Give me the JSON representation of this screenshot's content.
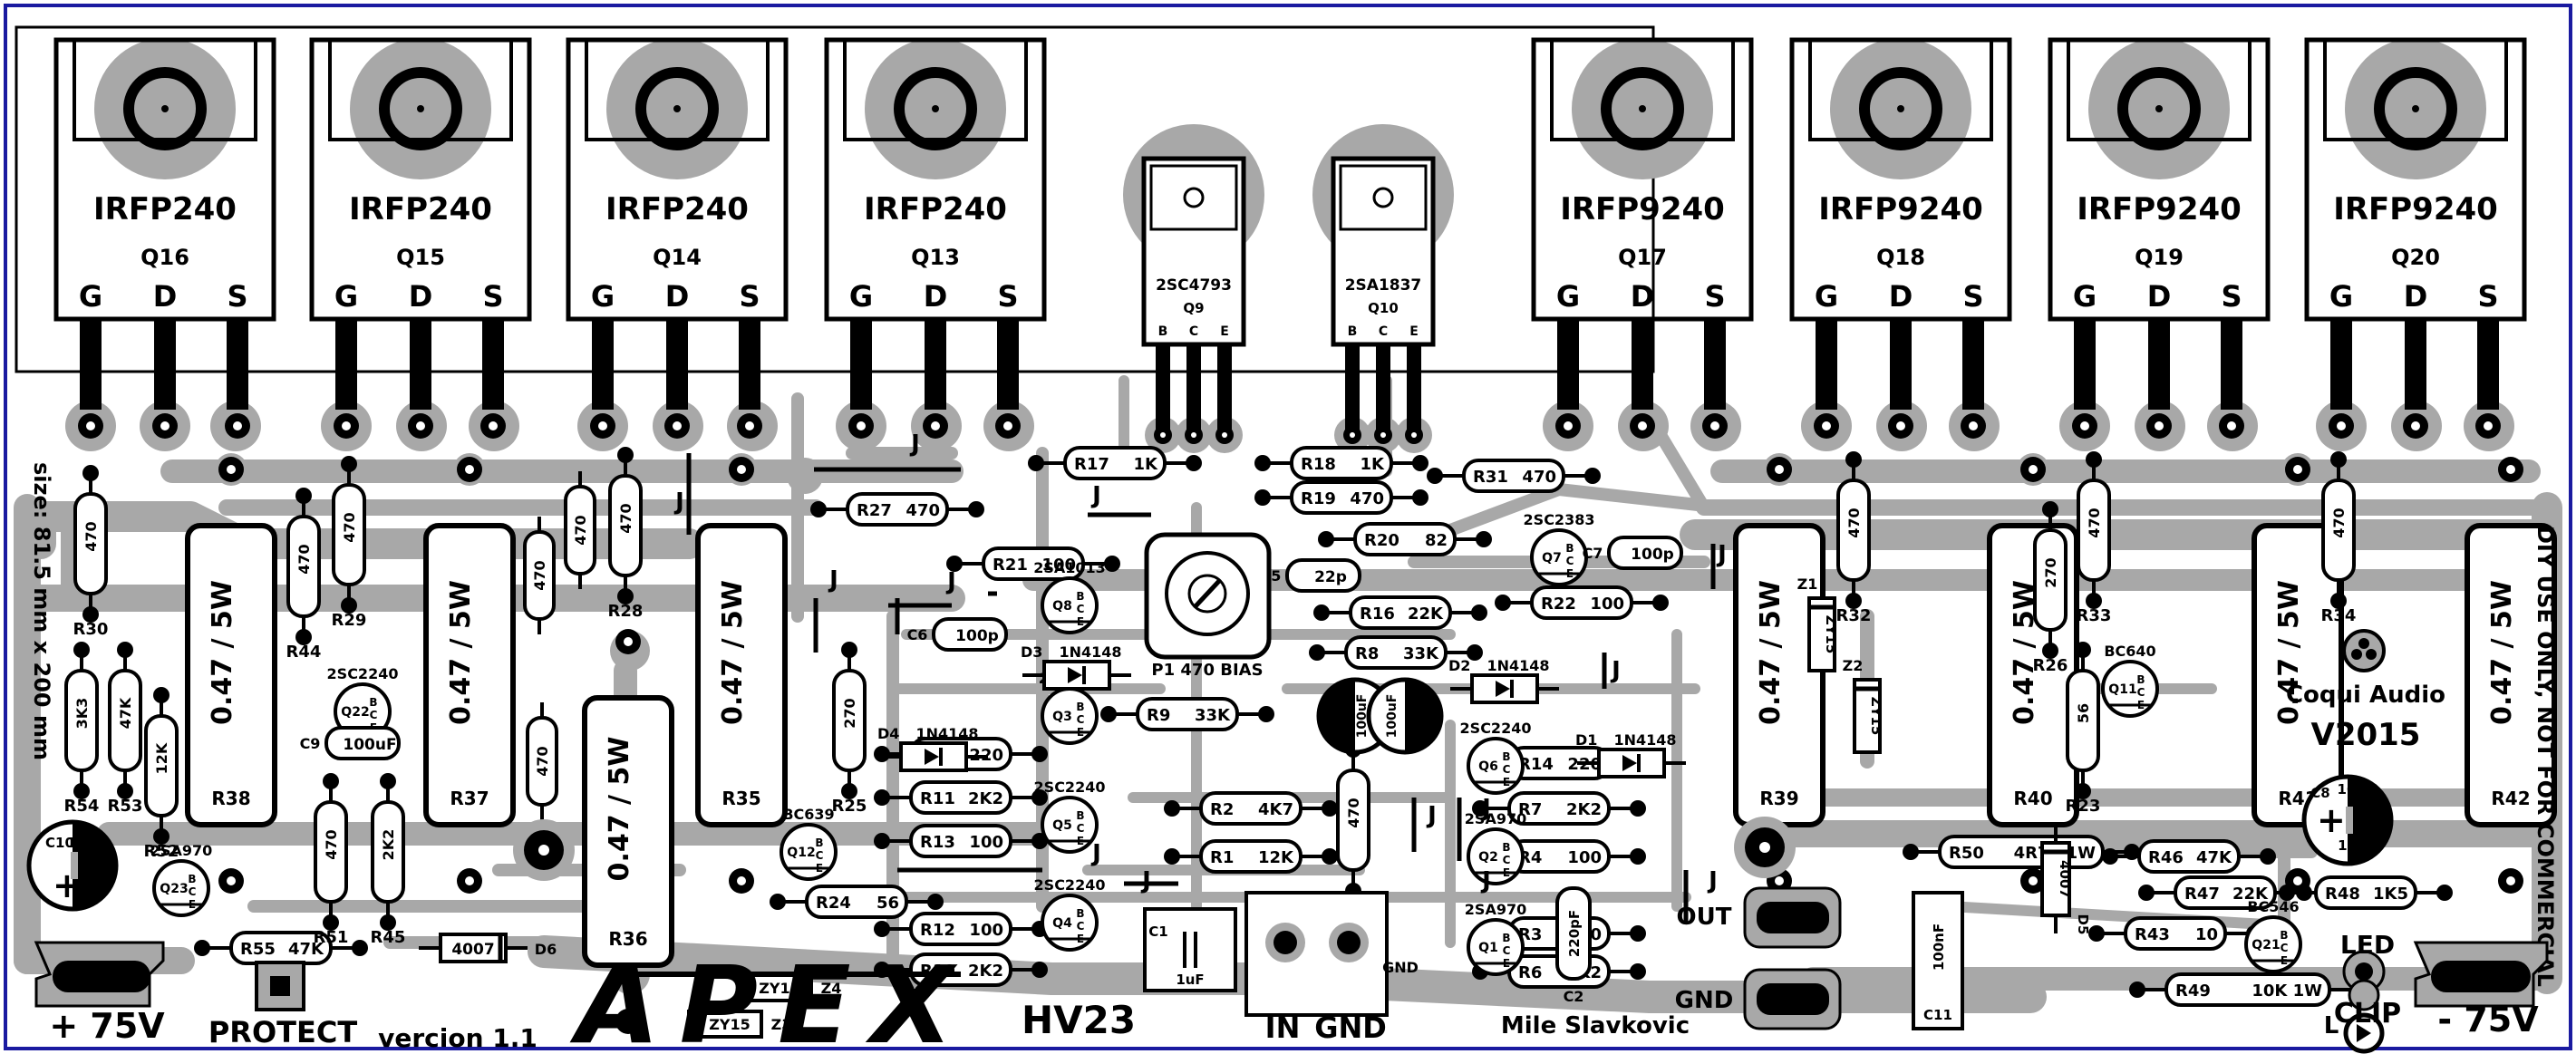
{
  "colors": {
    "board_border": "#1a1aa0",
    "copper": "#a8a8a8",
    "silkscreen": "#000000",
    "background": "#ffffff"
  },
  "board": {
    "brand": "Coqui Audio",
    "version": "V2015",
    "size_note": "size: 81.5 mm x 200 mm",
    "diy_note": "DIY USE ONLY, NOT FOR COMMERCIAL",
    "title_logo": "APEX",
    "model": "HV23",
    "revision": "vercion 1.1",
    "author": "Mile Slavkovic"
  },
  "transistors_output": [
    {
      "ref": "Q16",
      "part": "IRFP240"
    },
    {
      "ref": "Q15",
      "part": "IRFP240"
    },
    {
      "ref": "Q14",
      "part": "IRFP240"
    },
    {
      "ref": "Q13",
      "part": "IRFP240"
    },
    {
      "ref": "Q17",
      "part": "IRFP9240"
    },
    {
      "ref": "Q18",
      "part": "IRFP9240"
    },
    {
      "ref": "Q19",
      "part": "IRFP9240"
    },
    {
      "ref": "Q20",
      "part": "IRFP9240"
    }
  ],
  "pin_labels_gds": [
    "G",
    "D",
    "S"
  ],
  "pin_labels_bce": [
    "B",
    "C",
    "E"
  ],
  "transistors_driver": [
    {
      "ref": "Q9",
      "part": "2SC4793"
    },
    {
      "ref": "Q10",
      "part": "2SA1837"
    }
  ],
  "power_resistors": [
    {
      "ref": "R38",
      "value": "0.47 / 5W"
    },
    {
      "ref": "R37",
      "value": "0.47 / 5W"
    },
    {
      "ref": "R35",
      "value": "0.47 / 5W"
    },
    {
      "ref": "R36",
      "value": "0.47 / 5W"
    },
    {
      "ref": "R39",
      "value": "0.47 / 5W"
    },
    {
      "ref": "R40",
      "value": "0.47 / 5W"
    },
    {
      "ref": "R41",
      "value": "0.47 / 5W"
    },
    {
      "ref": "R42",
      "value": "0.47 / 5W"
    }
  ],
  "resistors_h": [
    {
      "ref": "R17",
      "value": "1K"
    },
    {
      "ref": "R18",
      "value": "1K"
    },
    {
      "ref": "R19",
      "value": "470"
    },
    {
      "ref": "R31",
      "value": "470"
    },
    {
      "ref": "R27",
      "value": "470"
    },
    {
      "ref": "R20",
      "value": "82"
    },
    {
      "ref": "R21",
      "value": "100"
    },
    {
      "ref": "R22",
      "value": "100"
    },
    {
      "ref": "R16",
      "value": "22K"
    },
    {
      "ref": "R8",
      "value": "33K"
    },
    {
      "ref": "R9",
      "value": "33K"
    },
    {
      "ref": "R5",
      "value": "220"
    },
    {
      "ref": "R11",
      "value": "2K2"
    },
    {
      "ref": "R13",
      "value": "100"
    },
    {
      "ref": "R12",
      "value": "100"
    },
    {
      "ref": "R10",
      "value": "2K2"
    },
    {
      "ref": "R2",
      "value": "4K7"
    },
    {
      "ref": "R1",
      "value": "12K"
    },
    {
      "ref": "R14",
      "value": "220"
    },
    {
      "ref": "R7",
      "value": "2K2"
    },
    {
      "ref": "R4",
      "value": "100"
    },
    {
      "ref": "R3",
      "value": "100"
    },
    {
      "ref": "R6",
      "value": "2K2"
    },
    {
      "ref": "R24",
      "value": "56"
    },
    {
      "ref": "R55",
      "value": "47K"
    },
    {
      "ref": "R50",
      "value": "4R7 / 1W"
    },
    {
      "ref": "R46",
      "value": "47K"
    },
    {
      "ref": "R47",
      "value": "22K"
    },
    {
      "ref": "R48",
      "value": "1K5"
    },
    {
      "ref": "R43",
      "value": "10"
    },
    {
      "ref": "R49",
      "value": "10K 1W"
    }
  ],
  "resistors_v": [
    {
      "ref": "R30",
      "value": "470"
    },
    {
      "ref": "R44",
      "value": "470"
    },
    {
      "ref": "R29",
      "value": "470"
    },
    {
      "ref": "R28",
      "value": "470"
    },
    {
      "ref": "R32",
      "value": "470"
    },
    {
      "ref": "R33",
      "value": "470"
    },
    {
      "ref": "R34",
      "value": "470"
    },
    {
      "ref": "R26",
      "value": "270"
    },
    {
      "ref": "R25",
      "value": "270"
    },
    {
      "ref": "R23",
      "value": "56"
    },
    {
      "ref": "R54",
      "value": "3K3"
    },
    {
      "ref": "R53",
      "value": "47K"
    },
    {
      "ref": "R52",
      "value": "12K"
    },
    {
      "ref": "R51",
      "value": "470"
    },
    {
      "ref": "R45",
      "value": "2K2"
    },
    {
      "ref": "R15",
      "value": "470"
    }
  ],
  "resistors_unlabeled_470": [
    "470",
    "470",
    "470"
  ],
  "small_transistors": [
    {
      "ref": "Q22",
      "part": "2SC2240"
    },
    {
      "ref": "Q23",
      "part": "2SA970"
    },
    {
      "ref": "Q12",
      "part": "BC639"
    },
    {
      "ref": "Q8",
      "part": "2SA1013"
    },
    {
      "ref": "Q3",
      "part": "2SA970"
    },
    {
      "ref": "Q5",
      "part": "2SC2240"
    },
    {
      "ref": "Q4",
      "part": "2SC2240"
    },
    {
      "ref": "Q7",
      "part": "2SC2383"
    },
    {
      "ref": "Q6",
      "part": "2SC2240"
    },
    {
      "ref": "Q2",
      "part": "2SA970"
    },
    {
      "ref": "Q1",
      "part": "2SA970"
    },
    {
      "ref": "Q11",
      "part": "BC640"
    },
    {
      "ref": "Q21",
      "part": "BC546"
    }
  ],
  "capacitors": [
    {
      "ref": "C6",
      "value": "100p"
    },
    {
      "ref": "C9",
      "value": "100uF"
    },
    {
      "ref": "C5",
      "value": "22p"
    },
    {
      "ref": "C7",
      "value": "100p"
    },
    {
      "ref": "C3",
      "value": "100uF"
    },
    {
      "ref": "C4",
      "value": "100uF"
    },
    {
      "ref": "C1",
      "value": "1uF"
    },
    {
      "ref": "C2",
      "value": "220pF"
    },
    {
      "ref": "C10",
      "value": "100V",
      "value2": "1uF"
    },
    {
      "ref": "C8",
      "value": "100V",
      "value2": "10uF"
    },
    {
      "ref": "C11",
      "value": "100nF"
    }
  ],
  "diodes": [
    {
      "ref": "D4",
      "part": "1N4148"
    },
    {
      "ref": "D3",
      "part": "1N4148"
    },
    {
      "ref": "D2",
      "part": "1N4148"
    },
    {
      "ref": "D1",
      "part": "1N4148"
    },
    {
      "ref": "D6",
      "part": "4007"
    },
    {
      "ref": "D5",
      "part": "4007"
    }
  ],
  "zeners": [
    {
      "ref": "Z1",
      "part": "ZY15"
    },
    {
      "ref": "Z2",
      "part": "ZY15"
    },
    {
      "ref": "Z3",
      "part": "ZY15"
    },
    {
      "ref": "Z4",
      "part": "ZY15"
    }
  ],
  "bias_pot": {
    "label": "P1 470 BIAS"
  },
  "jumper_label": "J",
  "connectors": {
    "plus_supply": "+ 75V",
    "minus_supply": "- 75V",
    "protect": "PROTECT",
    "in": "IN",
    "gnd_in": "GND",
    "gnd_small": "GND",
    "out": "OUT",
    "gnd_out": "GND",
    "led": "LED",
    "clip": "CLIP",
    "led_l": "L"
  }
}
